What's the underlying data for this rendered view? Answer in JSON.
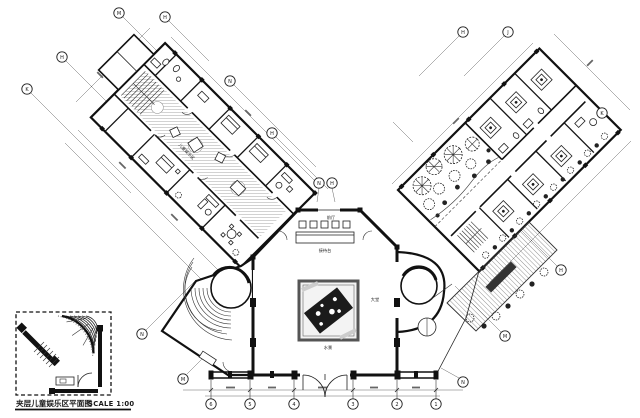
{
  "meta": {
    "paper_color": "#ffffff",
    "ink_color": "#1a1a1a",
    "drawing_type": "architectural floor plan"
  },
  "title_block": {
    "title": "夹层儿童娱乐区平面图",
    "scale": "SCALE 1:00"
  },
  "labels": {
    "front_hall": "前厅",
    "reception_desk": "接待台",
    "lobby": "大堂",
    "water_feature": "水景",
    "kids_zone": "儿童娱乐区"
  },
  "grid": {
    "bubbles": [
      {
        "label": "6"
      },
      {
        "label": "5"
      },
      {
        "label": "4"
      },
      {
        "label": "3"
      },
      {
        "label": "2"
      },
      {
        "label": "1"
      },
      {
        "label": "K"
      },
      {
        "label": "H"
      },
      {
        "label": "M"
      },
      {
        "label": "H"
      },
      {
        "label": "N"
      },
      {
        "label": "H"
      },
      {
        "label": "N"
      },
      {
        "label": "M"
      },
      {
        "label": "N"
      },
      {
        "label": "H"
      },
      {
        "label": "H"
      },
      {
        "label": "J"
      },
      {
        "label": "K"
      },
      {
        "label": "H"
      },
      {
        "label": "M"
      },
      {
        "label": "N"
      }
    ]
  }
}
